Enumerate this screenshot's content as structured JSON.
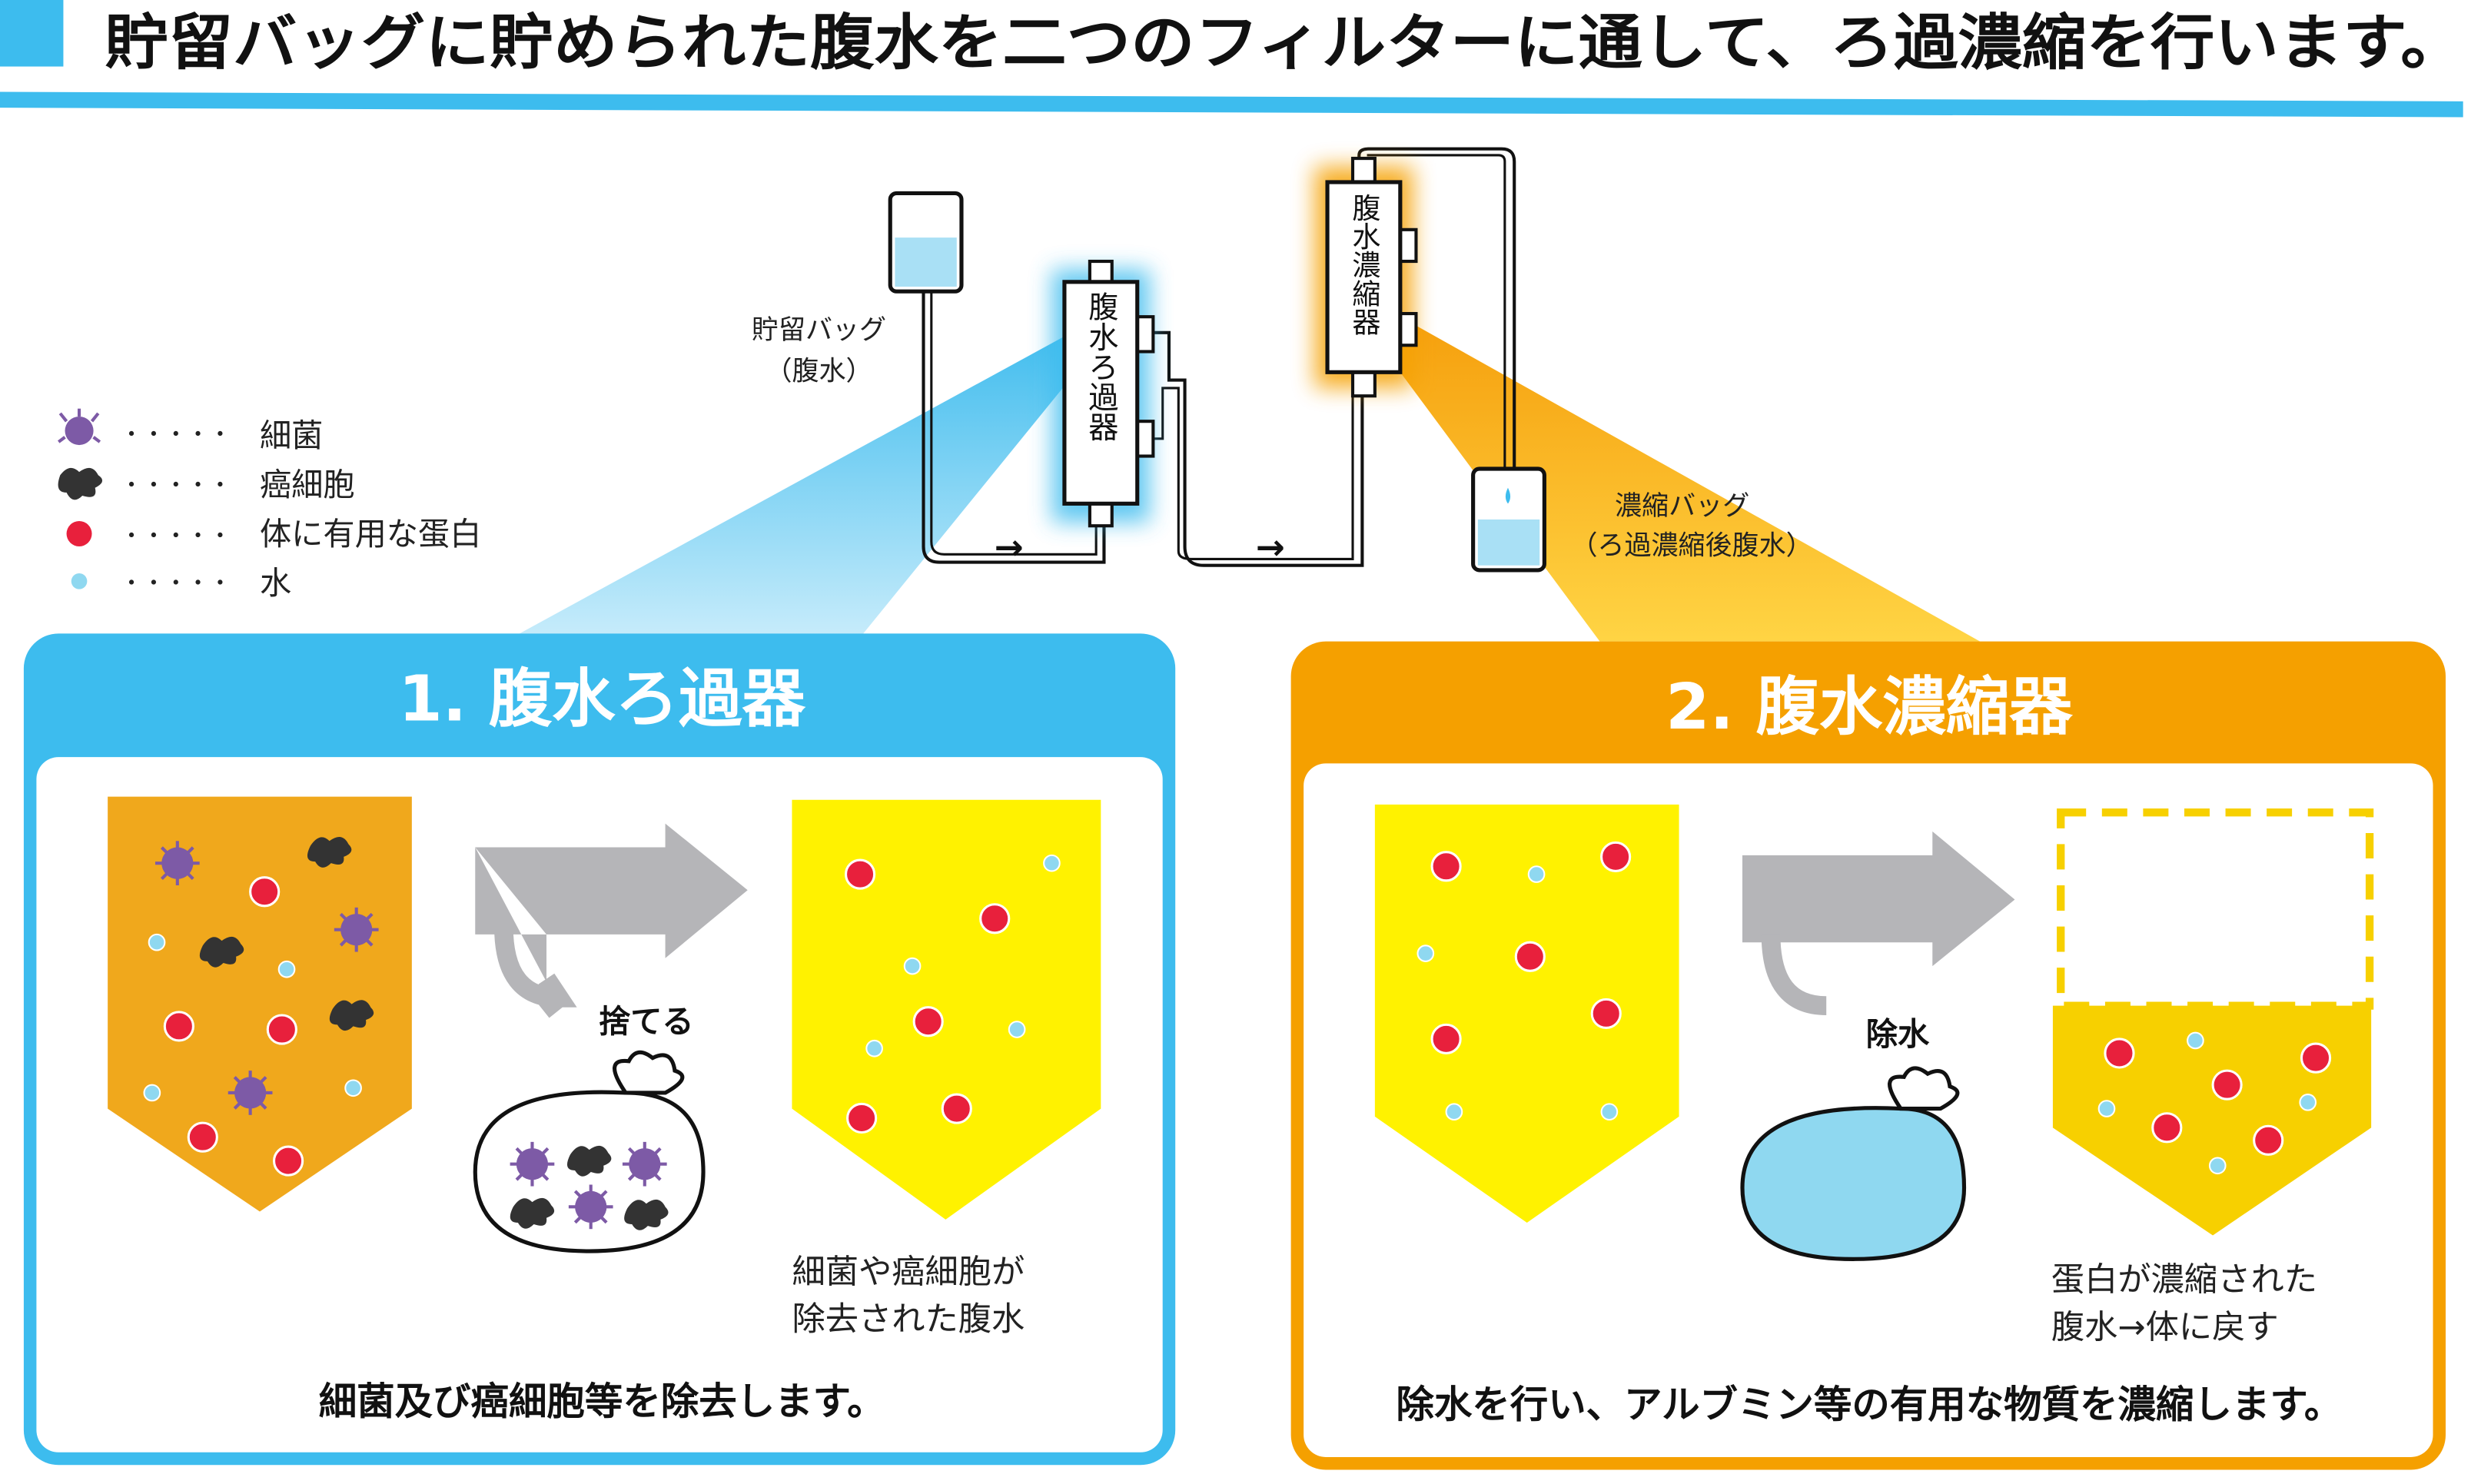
{
  "title": "貯留バッグに貯められた腹水を二つのフィルターに通して、ろ過濃縮を行います。",
  "legend": [
    {
      "icon": "bacteria-icon",
      "dots": "・・・・・",
      "label": "細菌"
    },
    {
      "icon": "cancer-cell-icon",
      "dots": "・・・・・",
      "label": "癌細胞"
    },
    {
      "icon": "protein-icon",
      "dots": "・・・・・",
      "label": "体に有用な蛋白"
    },
    {
      "icon": "water-icon",
      "dots": "・・・・・",
      "label": "水"
    }
  ],
  "diagram": {
    "storage_bag_label": "貯留バッグ",
    "storage_bag_sub": "（腹水）",
    "filter_label": "腹水ろ過器",
    "concentrator_label": "腹水濃縮器",
    "concentrate_bag_label": "濃縮バッグ",
    "concentrate_bag_sub": "（ろ過濃縮後腹水）",
    "arrow1": "→",
    "arrow2": "→"
  },
  "panel1": {
    "title": "1. 腹水ろ過器",
    "discard_label": "捨てる",
    "result_caption_1": "細菌や癌細胞が",
    "result_caption_2": "除去された腹水",
    "summary": "細菌及び癌細胞等を除去します。"
  },
  "panel2": {
    "title": "2. 腹水濃縮器",
    "discard_label": "除水",
    "result_caption_1": "蛋白が濃縮された",
    "result_caption_2": "腹水→体に戻す",
    "summary": "除水を行い、アルブミン等の有用な物質を濃縮します。"
  },
  "colors": {
    "blue": "#3dbcee",
    "orange": "#f5a000",
    "yellow": "#fff200",
    "dark_orange": "#f0a81c",
    "red": "#e8203c",
    "water": "#8fd8f0",
    "purple": "#7d5aa6",
    "gray": "#b5b5b8"
  }
}
